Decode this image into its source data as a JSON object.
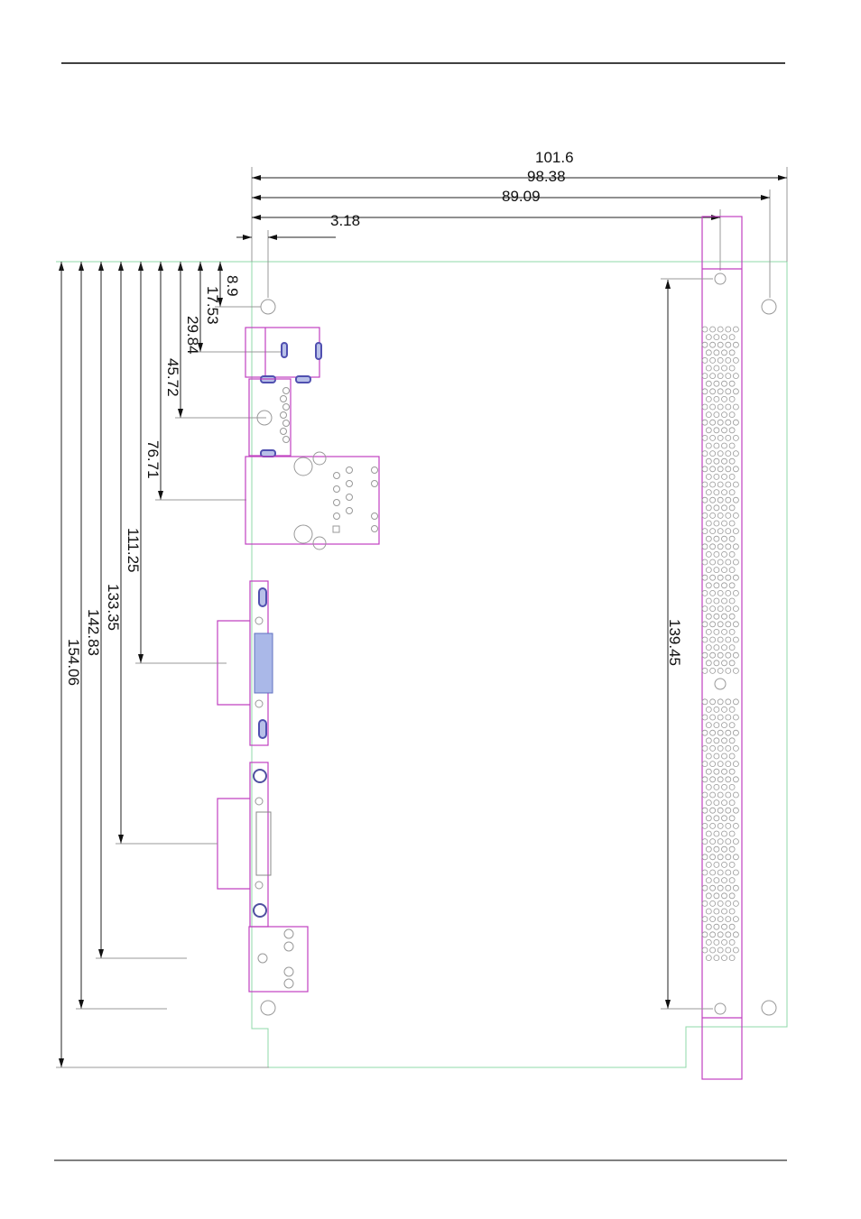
{
  "drawing": {
    "horizontal_dimensions": {
      "overall_width": "101.6",
      "hole_right": "98.38",
      "bracket_hole": "89.09",
      "hole_offset": "3.18"
    },
    "vertical_dimensions": {
      "d1": "8.9",
      "d2": "17.53",
      "d3": "29.84",
      "d4": "45.72",
      "d5": "76.71",
      "d6": "111.25",
      "d7": "133.35",
      "d8": "142.83",
      "d9": "154.06"
    },
    "bracket_hole_spacing": "139.45"
  },
  "colors": {
    "board_outline": "#8fd8a8",
    "component_outline": "#c040c0",
    "dimension": "#222222"
  }
}
